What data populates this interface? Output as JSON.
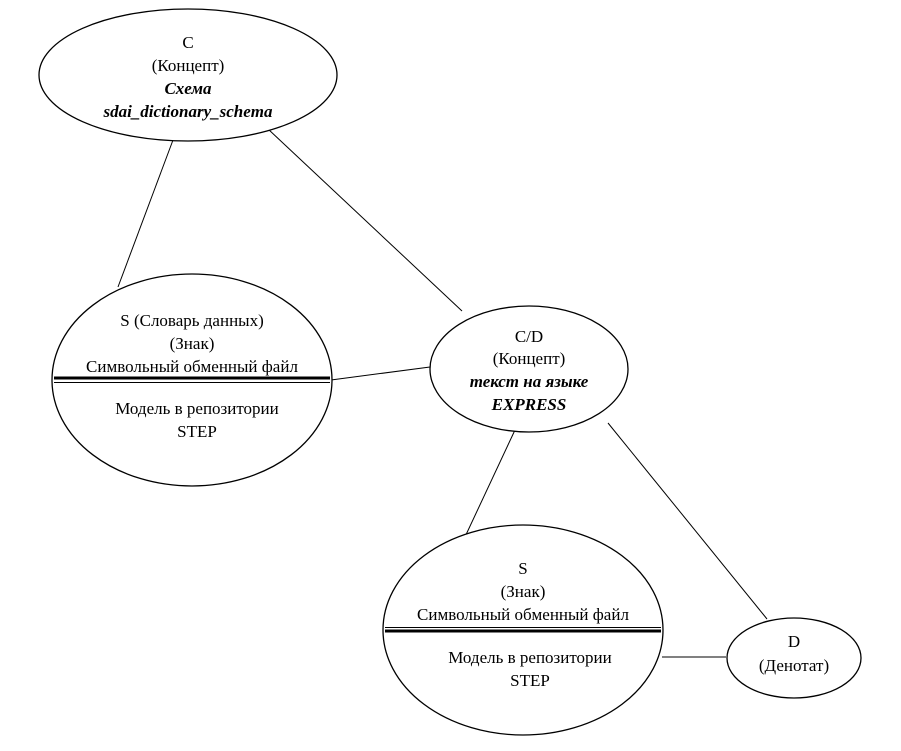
{
  "diagram": {
    "nodes": {
      "c_concept": {
        "line1": "C",
        "line2": "(Концепт)",
        "line3": "Схема",
        "line4": "sdai_dictionary_schema"
      },
      "s_dictionary": {
        "line1": "S (Словарь данных)",
        "line2": "(Знак)",
        "line3": "Символьный обменный файл",
        "line4": "Модель в репозитории",
        "line5": "STEP"
      },
      "cd_concept": {
        "line1": "C/D",
        "line2": "(Концепт)",
        "line3": "текст на языке",
        "line4": "EXPRESS"
      },
      "s_sign": {
        "line1": "S",
        "line2": "(Знак)",
        "line3": "Символьный обменный файл",
        "line4": "Модель в репозитории",
        "line5": "STEP"
      },
      "d_denotat": {
        "line1": "D",
        "line2": "(Денотат)"
      }
    }
  }
}
